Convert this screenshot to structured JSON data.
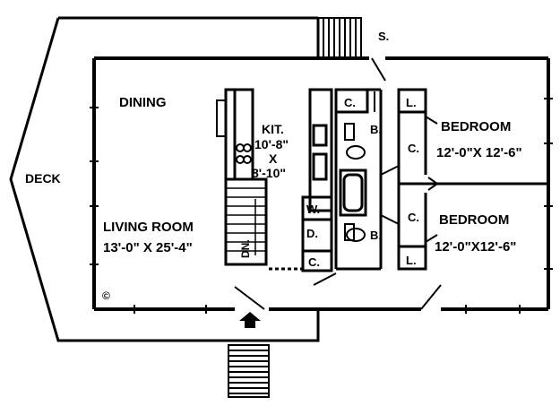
{
  "plan": {
    "rooms": {
      "deck": "DECK",
      "dining": "DINING",
      "living_room": "LIVING ROOM",
      "living_size": "13'-0\" X 25'-4\"",
      "kitchen": "KIT.",
      "kitchen_size_1": "10'-8\"",
      "kitchen_x": "X",
      "kitchen_size_2": "8'-10\"",
      "bedroom_1": "BEDROOM",
      "bedroom_1_size": "12'-0\"X 12'-6\"",
      "bedroom_2": "BEDROOM",
      "bedroom_2_size": "12'-0\"X12'-6\""
    },
    "codes": {
      "stairs": "S.",
      "closet_top": "C.",
      "linen_top": "L.",
      "bath_top": "B.",
      "closet_bed1": "C.",
      "washer": "W.",
      "dryer": "D.",
      "bath_bottom": "B.",
      "closet_bed2": "C.",
      "closet_bottom": "C.",
      "linen_bottom": "L.",
      "down": "DN."
    },
    "copyright": "©"
  }
}
